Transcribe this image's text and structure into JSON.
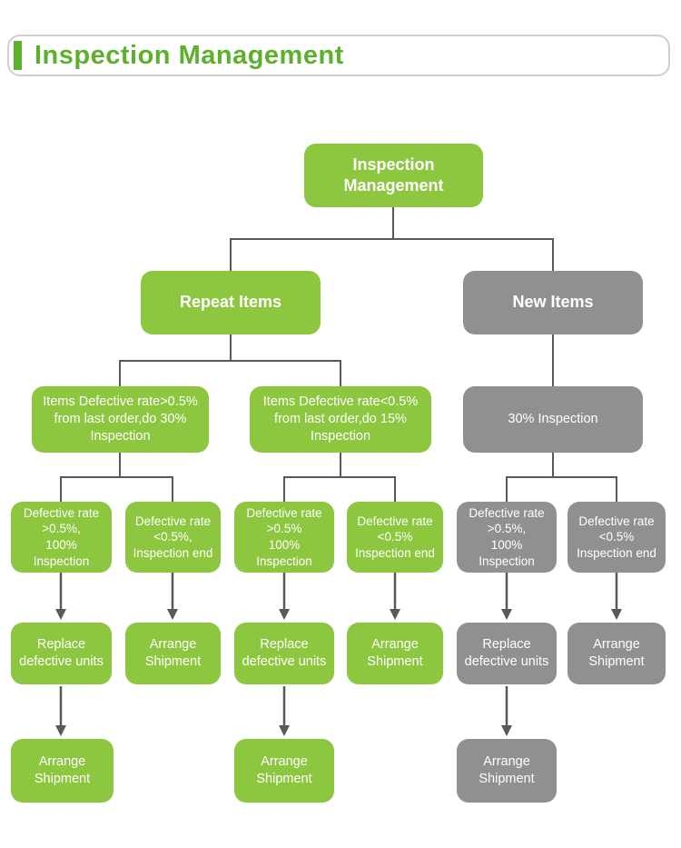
{
  "header": {
    "title": "Inspection Management"
  },
  "colors": {
    "accent_green": "#8dc63f",
    "title_green": "#5cb02c",
    "neutral_gray": "#8f9092",
    "line": "#58595b",
    "header_border": "#cfcfcf",
    "node_text": "#ffffff"
  },
  "nodes": {
    "root": {
      "label": "Inspection\nManagement",
      "variant": "green"
    },
    "repeat": {
      "label": "Repeat Items",
      "variant": "green"
    },
    "newitems": {
      "label": "New Items",
      "variant": "gray"
    },
    "rpthigh": {
      "label": "Items Defective rate>0.5%\nfrom last order,do 30%\nInspection",
      "variant": "green"
    },
    "rptlow": {
      "label": "Items Defective rate<0.5%\nfrom last order,do 15%\nInspection",
      "variant": "green"
    },
    "newinsp": {
      "label": "30% Inspection",
      "variant": "gray"
    },
    "d1": {
      "label": "Defective rate\n>0.5%,\n100% Inspection",
      "variant": "green"
    },
    "d2": {
      "label": "Defective rate\n<0.5%,\nInspection end",
      "variant": "green"
    },
    "d3": {
      "label": "Defective rate\n>0.5%\n100% Inspection",
      "variant": "green"
    },
    "d4": {
      "label": "Defective rate\n<0.5%\nInspection end",
      "variant": "green"
    },
    "d5": {
      "label": "Defective rate\n>0.5%,\n100% Inspection",
      "variant": "gray"
    },
    "d6": {
      "label": "Defective rate\n<0.5%\nInspection end",
      "variant": "gray"
    },
    "e1": {
      "label": "Replace\ndefective units",
      "variant": "green"
    },
    "e2": {
      "label": "Arrange\nShipment",
      "variant": "green"
    },
    "e3": {
      "label": "Replace\ndefective units",
      "variant": "green"
    },
    "e4": {
      "label": "Arrange\nShipment",
      "variant": "green"
    },
    "e5": {
      "label": "Replace\ndefective units",
      "variant": "gray"
    },
    "e6": {
      "label": "Arrange\nShipment",
      "variant": "gray"
    },
    "f1": {
      "label": "Arrange\nShipment",
      "variant": "green"
    },
    "f3": {
      "label": "Arrange\nShipment",
      "variant": "green"
    },
    "f5": {
      "label": "Arrange\nShipment",
      "variant": "gray"
    }
  }
}
